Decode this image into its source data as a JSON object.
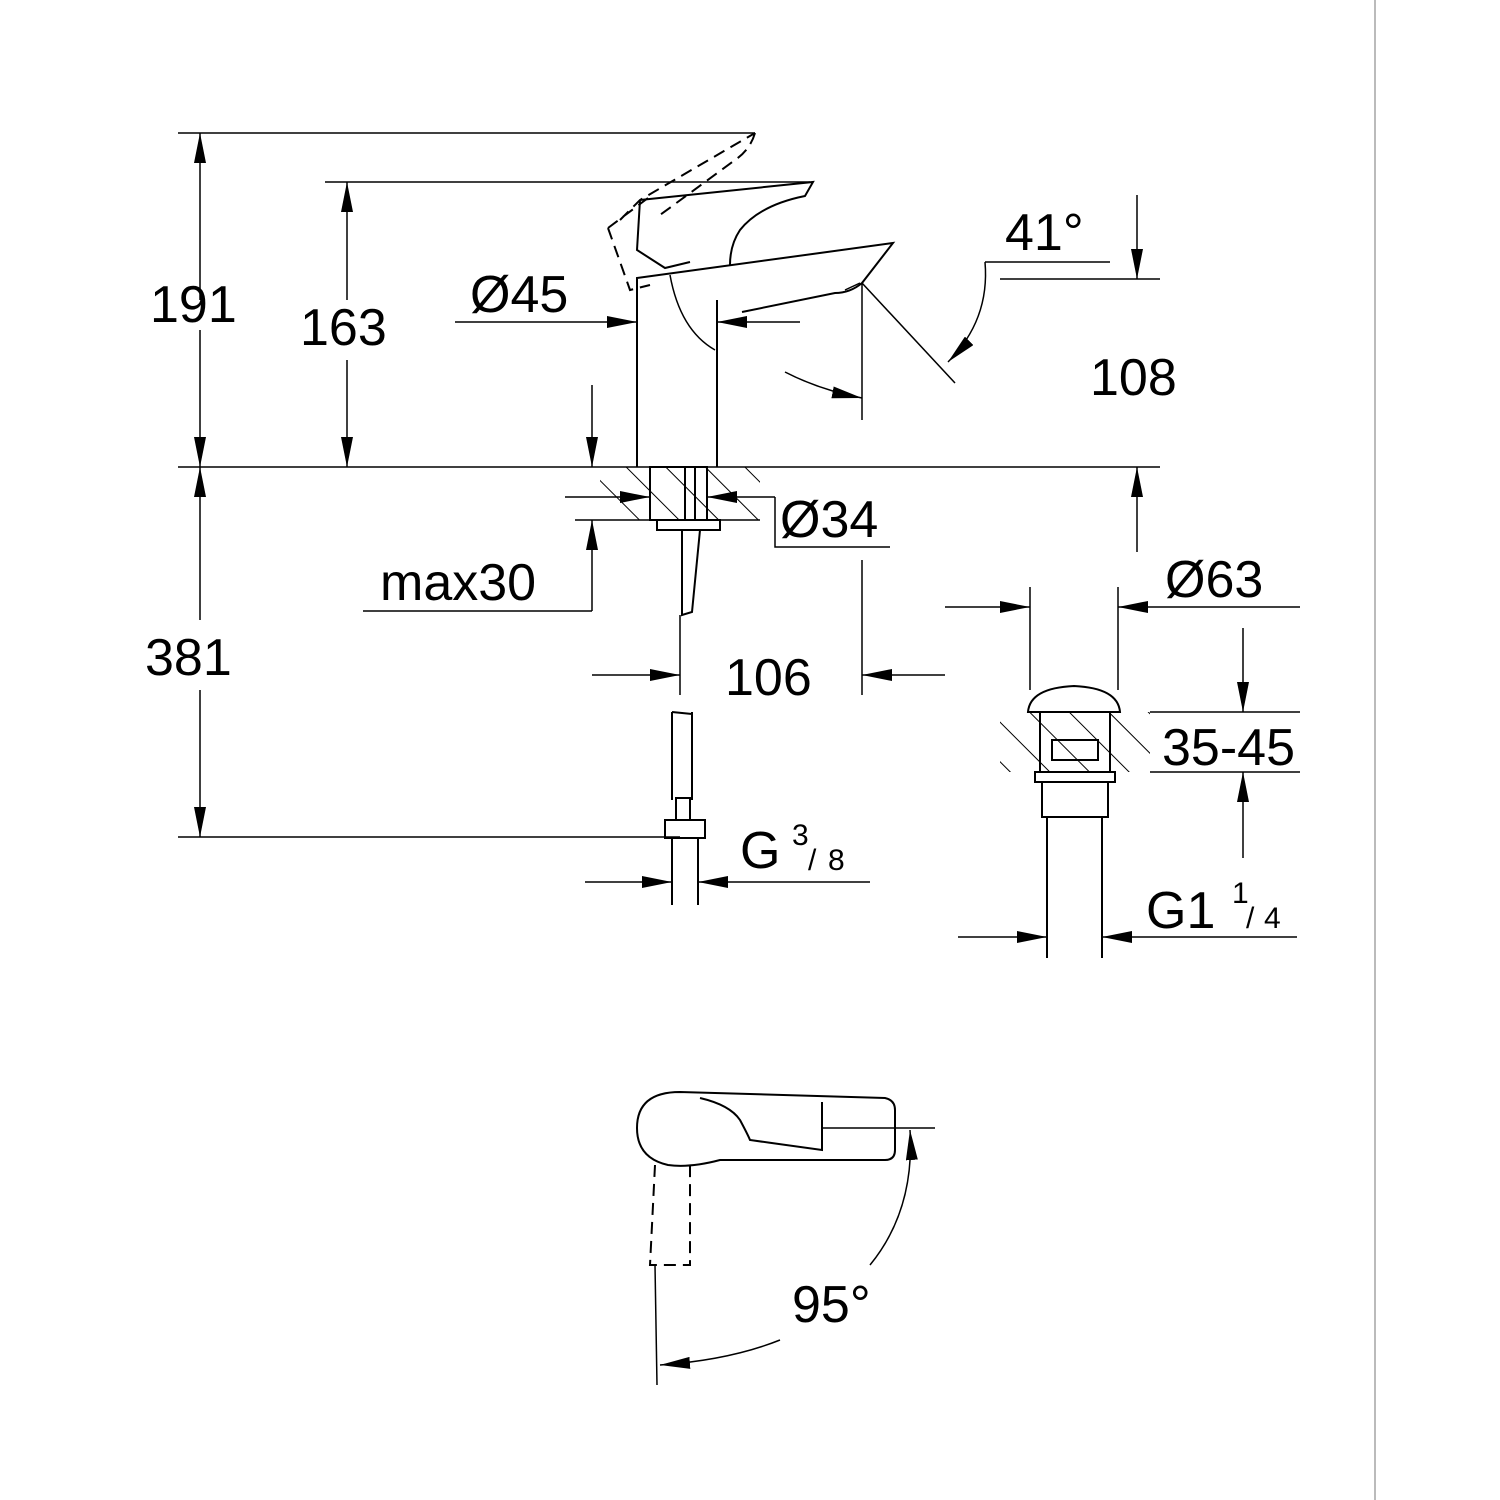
{
  "drawing": {
    "dimensions": {
      "total_height": "191",
      "spout_height": "163",
      "body_diameter": "Ø45",
      "angle_lever": "41°",
      "spout_clearance": "108",
      "shank_diameter": "Ø34",
      "max_counter_thickness": "max30",
      "spout_reach": "106",
      "hose_length": "381",
      "supply_thread_main": "G",
      "supply_thread_num": "3",
      "supply_thread_den": "8",
      "waste_diameter": "Ø63",
      "waste_counter_range": "35-45",
      "waste_thread_main": "G1",
      "waste_thread_num": "1",
      "waste_thread_den": "4",
      "swivel_angle": "95°"
    },
    "colors": {
      "line": "#000000",
      "border": "#bbbbbb"
    }
  }
}
